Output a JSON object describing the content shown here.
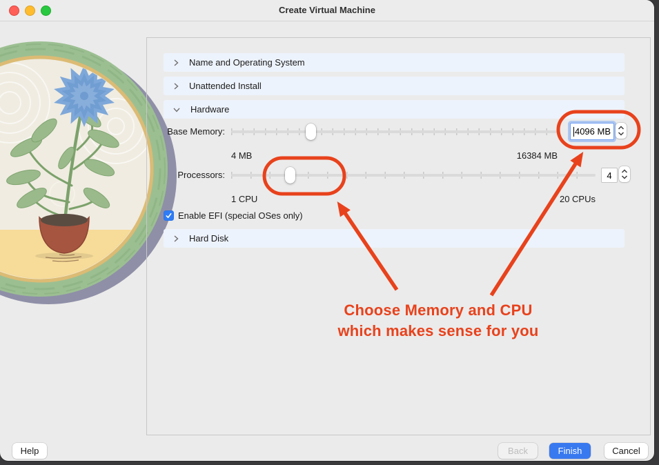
{
  "titlebar": {
    "title": "Create Virtual Machine"
  },
  "sections": [
    {
      "label": "Name and Operating System",
      "state": "collapsed"
    },
    {
      "label": "Unattended Install",
      "state": "collapsed"
    },
    {
      "label": "Hardware",
      "state": "expanded"
    },
    {
      "label": "Hard Disk",
      "state": "collapsed"
    }
  ],
  "hardware": {
    "base_memory": {
      "label": "Base Memory:",
      "value": "4096 MB",
      "min": "4 MB",
      "max": "16384 MB"
    },
    "processors": {
      "label": "Processors:",
      "value": "4",
      "min": "1 CPU",
      "max": "20 CPUs"
    },
    "efi": {
      "label": "Enable EFI (special OSes only)",
      "checked": true
    }
  },
  "annotation": {
    "line1": "Choose Memory and CPU",
    "line2": "which makes sense for you",
    "color": "#e8421c"
  },
  "footer": {
    "help": "Help",
    "back": "Back",
    "finish": "Finish",
    "cancel": "Cancel"
  },
  "colors": {
    "accent_blue": "#3879f0",
    "section_bg": "#edf3fc",
    "checkbox_blue": "#2f7cf6"
  }
}
